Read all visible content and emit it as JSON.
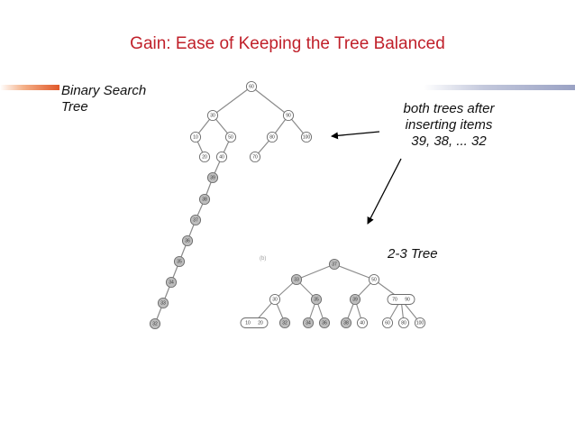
{
  "slide": {
    "title": "Gain: Ease of Keeping the Tree Balanced",
    "bst_label": "Binary Search\nTree",
    "annotation": "both trees after\ninserting items\n39, 38, ... 32",
    "twothree_label": "2-3 Tree",
    "figure_label": "(b)"
  },
  "colors": {
    "title": "#c0202a",
    "node_fill_light": "#ffffff",
    "node_fill_shaded": "#bdbdbd",
    "edge": "#8a8a8a"
  },
  "bst_tree": {
    "nodes": [
      {
        "id": "n60",
        "label": "60",
        "shaded": false
      },
      {
        "id": "n30",
        "label": "30",
        "shaded": false
      },
      {
        "id": "n90",
        "label": "90",
        "shaded": false
      },
      {
        "id": "n10",
        "label": "10",
        "shaded": false
      },
      {
        "id": "n50",
        "label": "50",
        "shaded": false
      },
      {
        "id": "n80",
        "label": "80",
        "shaded": false
      },
      {
        "id": "n100",
        "label": "100",
        "shaded": false
      },
      {
        "id": "n20",
        "label": "20",
        "shaded": false
      },
      {
        "id": "n40",
        "label": "40",
        "shaded": false
      },
      {
        "id": "n70",
        "label": "70",
        "shaded": false
      },
      {
        "id": "n39",
        "label": "39",
        "shaded": true
      },
      {
        "id": "n38",
        "label": "38",
        "shaded": true
      },
      {
        "id": "n37",
        "label": "37",
        "shaded": true
      },
      {
        "id": "n36",
        "label": "36",
        "shaded": true
      },
      {
        "id": "n35",
        "label": "35",
        "shaded": true
      },
      {
        "id": "n34",
        "label": "34",
        "shaded": true
      },
      {
        "id": "n33",
        "label": "33",
        "shaded": true
      },
      {
        "id": "n32",
        "label": "32",
        "shaded": true
      }
    ],
    "edges": [
      [
        "n60",
        "n30"
      ],
      [
        "n60",
        "n90"
      ],
      [
        "n30",
        "n10"
      ],
      [
        "n30",
        "n50"
      ],
      [
        "n90",
        "n80"
      ],
      [
        "n90",
        "n100"
      ],
      [
        "n10",
        "n20"
      ],
      [
        "n50",
        "n40"
      ],
      [
        "n80",
        "n70"
      ],
      [
        "n40",
        "n39"
      ],
      [
        "n39",
        "n38"
      ],
      [
        "n38",
        "n37"
      ],
      [
        "n37",
        "n36"
      ],
      [
        "n36",
        "n35"
      ],
      [
        "n35",
        "n34"
      ],
      [
        "n34",
        "n33"
      ],
      [
        "n33",
        "n32"
      ]
    ]
  },
  "twothree_tree": {
    "nodes": [
      {
        "id": "t37",
        "keys": [
          "37"
        ],
        "shaded": true
      },
      {
        "id": "t33",
        "keys": [
          "33"
        ],
        "shaded": true
      },
      {
        "id": "t50",
        "keys": [
          "50"
        ],
        "shaded": false
      },
      {
        "id": "t30",
        "keys": [
          "30"
        ],
        "shaded": false
      },
      {
        "id": "t35",
        "keys": [
          "35"
        ],
        "shaded": true
      },
      {
        "id": "t39",
        "keys": [
          "39"
        ],
        "shaded": true
      },
      {
        "id": "t7090",
        "keys": [
          "70",
          "90"
        ],
        "shaded": false
      },
      {
        "id": "t1020",
        "keys": [
          "10",
          "20"
        ],
        "shaded": false
      },
      {
        "id": "t32",
        "keys": [
          "32"
        ],
        "shaded": true
      },
      {
        "id": "t34",
        "keys": [
          "34"
        ],
        "shaded": true
      },
      {
        "id": "t36",
        "keys": [
          "36"
        ],
        "shaded": true
      },
      {
        "id": "t38",
        "keys": [
          "38"
        ],
        "shaded": true
      },
      {
        "id": "t40",
        "keys": [
          "40"
        ],
        "shaded": false
      },
      {
        "id": "t60",
        "keys": [
          "60"
        ],
        "shaded": false
      },
      {
        "id": "t80",
        "keys": [
          "80"
        ],
        "shaded": false
      },
      {
        "id": "t100",
        "keys": [
          "100"
        ],
        "shaded": false
      }
    ],
    "edges": [
      [
        "t37",
        "t33"
      ],
      [
        "t37",
        "t50"
      ],
      [
        "t33",
        "t30"
      ],
      [
        "t33",
        "t35"
      ],
      [
        "t50",
        "t39"
      ],
      [
        "t50",
        "t7090"
      ],
      [
        "t30",
        "t1020"
      ],
      [
        "t30",
        "t32"
      ],
      [
        "t35",
        "t34"
      ],
      [
        "t35",
        "t36"
      ],
      [
        "t39",
        "t38"
      ],
      [
        "t39",
        "t40"
      ],
      [
        "t7090",
        "t60"
      ],
      [
        "t7090",
        "t80"
      ],
      [
        "t7090",
        "t100"
      ]
    ]
  }
}
